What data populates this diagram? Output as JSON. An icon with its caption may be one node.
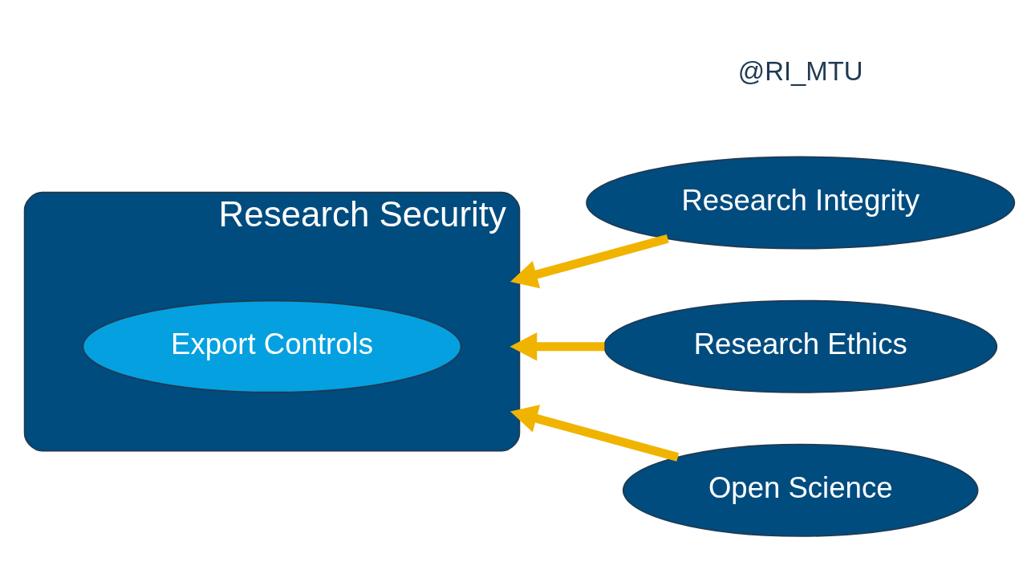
{
  "diagram": {
    "nodes": [
      {
        "text": [
          "Research Security"
        ]
      },
      {
        "text": [
          "Export Controls"
        ],
        "in": 0
      },
      {
        "text": [
          "Research Integrity"
        ]
      },
      {
        "text": [
          "Research Ethics"
        ]
      },
      {
        "text": [
          "Open Science"
        ]
      }
    ],
    "edges": [
      {
        "from": 2,
        "to": 0,
        "arrow": "to"
      },
      {
        "from": 3,
        "to": 0,
        "arrow": "to"
      },
      {
        "from": 4,
        "to": 0,
        "arrow": "to"
      }
    ],
    "labels": [
      "@RI_MTU"
    ]
  }
}
